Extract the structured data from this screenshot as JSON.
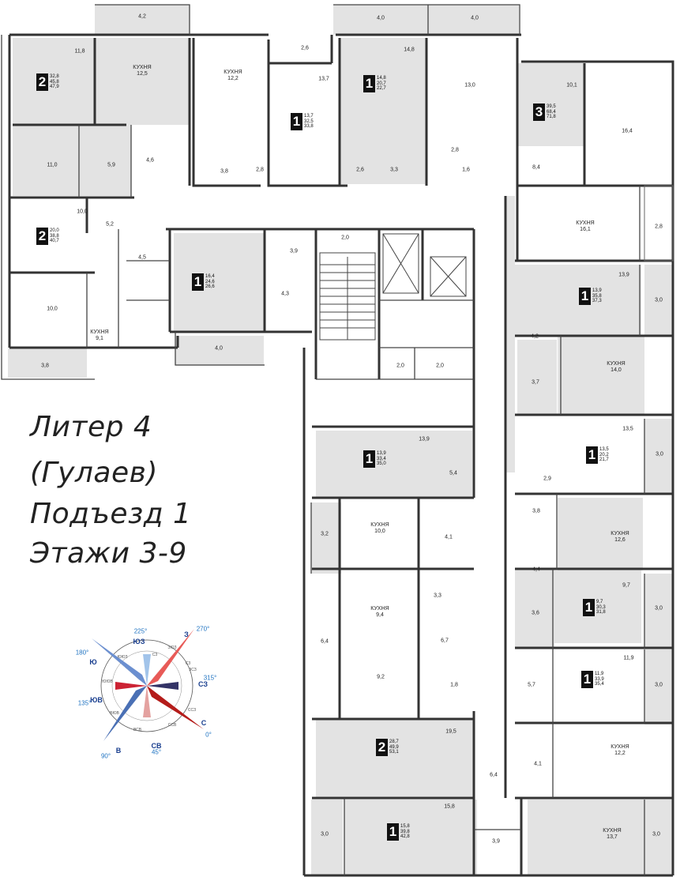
{
  "title_lines": [
    "Литер 4",
    "(Гулаев)",
    "Подъезд 1",
    "Этажи 3-9"
  ],
  "colors": {
    "room_fill": "#e3e3e3",
    "wall": "#333333",
    "compass_red": "#d5312f",
    "compass_blue": "#2c5aa0"
  },
  "apartments": [
    {
      "rooms": "2",
      "areas": [
        "32,8",
        "45,8",
        "47,9"
      ]
    },
    {
      "rooms": "1",
      "areas": [
        "14,8",
        "20,7",
        "22,7"
      ]
    },
    {
      "rooms": "1",
      "areas": [
        "13,7",
        "32,5",
        "33,8"
      ]
    },
    {
      "rooms": "3",
      "areas": [
        "39,5",
        "68,4",
        "71,8"
      ]
    },
    {
      "rooms": "2",
      "areas": [
        "20,0",
        "38,8",
        "40,7"
      ]
    },
    {
      "rooms": "1",
      "areas": [
        "16,4",
        "24,6",
        "26,6"
      ]
    },
    {
      "rooms": "1",
      "areas": [
        "13,9",
        "35,8",
        "37,3"
      ]
    },
    {
      "rooms": "1",
      "areas": [
        "13,9",
        "33,4",
        "35,0"
      ]
    },
    {
      "rooms": "1",
      "areas": [
        "13,5",
        "20,2",
        "21,7"
      ]
    },
    {
      "rooms": "1",
      "areas": [
        "9,7",
        "30,3",
        "31,8"
      ]
    },
    {
      "rooms": "1",
      "areas": [
        "11,9",
        "33,9",
        "35,4"
      ]
    },
    {
      "rooms": "2",
      "areas": [
        "28,7",
        "49,9",
        "53,1"
      ]
    },
    {
      "rooms": "1",
      "areas": [
        "15,8",
        "39,8",
        "42,8"
      ]
    }
  ],
  "kitchens": [
    {
      "label": "КУХНЯ",
      "area": "12,5"
    },
    {
      "label": "КУХНЯ",
      "area": "12,2"
    },
    {
      "label": "КУХНЯ",
      "area": "9,1"
    },
    {
      "label": "КУХНЯ",
      "area": "16,1"
    },
    {
      "label": "КУХНЯ",
      "area": "14,0"
    },
    {
      "label": "КУХНЯ",
      "area": "10,0"
    },
    {
      "label": "КУХНЯ",
      "area": "12,6"
    },
    {
      "label": "КУХНЯ",
      "area": "9,4"
    },
    {
      "label": "КУХНЯ",
      "area": "12,2"
    },
    {
      "label": "КУХНЯ",
      "area": "13,7"
    }
  ],
  "room_areas": [
    "4,2",
    "4,0",
    "4,0",
    "11,8",
    "14,8",
    "2,6",
    "13,7",
    "13,0",
    "10,1",
    "4,6",
    "11,0",
    "5,9",
    "3,8",
    "2,8",
    "2,6",
    "3,3",
    "2,8",
    "1,6",
    "8,4",
    "16,4",
    "10,0",
    "5,2",
    "4,5",
    "3,9",
    "2,0",
    "2,8",
    "10,0",
    "4,3",
    "13,9",
    "3,0",
    "4,2",
    "4,0",
    "3,8",
    "3,7",
    "2,0",
    "2,0",
    "13,9",
    "5,4",
    "13,5",
    "3,0",
    "2,9",
    "3,8",
    "3,2",
    "4,1",
    "4,4",
    "9,7",
    "3,3",
    "6,7",
    "3,0",
    "6,4",
    "3,6",
    "11,9",
    "9,2",
    "5,7",
    "3,0",
    "1,8",
    "19,5",
    "4,1",
    "6,4",
    "15,8",
    "3,0",
    "3,9",
    "3,0"
  ],
  "compass": {
    "cardinals": [
      "З",
      "С",
      "В",
      "Ю"
    ],
    "degrees": [
      "270°",
      "315°",
      "0°",
      "45°",
      "90°",
      "135°",
      "180°",
      "225°"
    ],
    "intercardinals": [
      "ЮЗ",
      "СЗ",
      "СВ",
      "ЮВ"
    ],
    "small": [
      "ЗЮЗ",
      "ЗСЗ",
      "ССЗ",
      "ССВ",
      "ВСВ",
      "ВЮВ",
      "ЮЮВ",
      "ЮЮЗ",
      "СЗ",
      "СЗ"
    ]
  }
}
